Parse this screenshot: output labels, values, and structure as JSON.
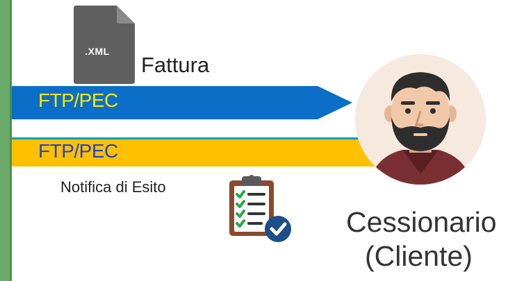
{
  "file": {
    "extension": ".XML",
    "label": "Fattura",
    "icon": "xml-file-icon"
  },
  "channels": [
    {
      "label": "FTP/PEC",
      "direction": "to-recipient",
      "color": "#0b6fc7",
      "text_color": "#ffe600"
    },
    {
      "label": "FTP/PEC",
      "direction": "from-recipient",
      "color": "#ffc000",
      "text_color": "#2243c7"
    }
  ],
  "notification": {
    "label": "Notifica di Esito",
    "icon": "checklist-clipboard-icon"
  },
  "recipient": {
    "title": "Cessionario",
    "subtitle": "(Cliente)",
    "icon": "bearded-man-avatar-icon"
  },
  "colors": {
    "left_bar": "#6aaa6a",
    "blue_arrow": "#0b6fc7",
    "yellow_band": "#ffc000",
    "teal_line": "#00a0b0"
  }
}
